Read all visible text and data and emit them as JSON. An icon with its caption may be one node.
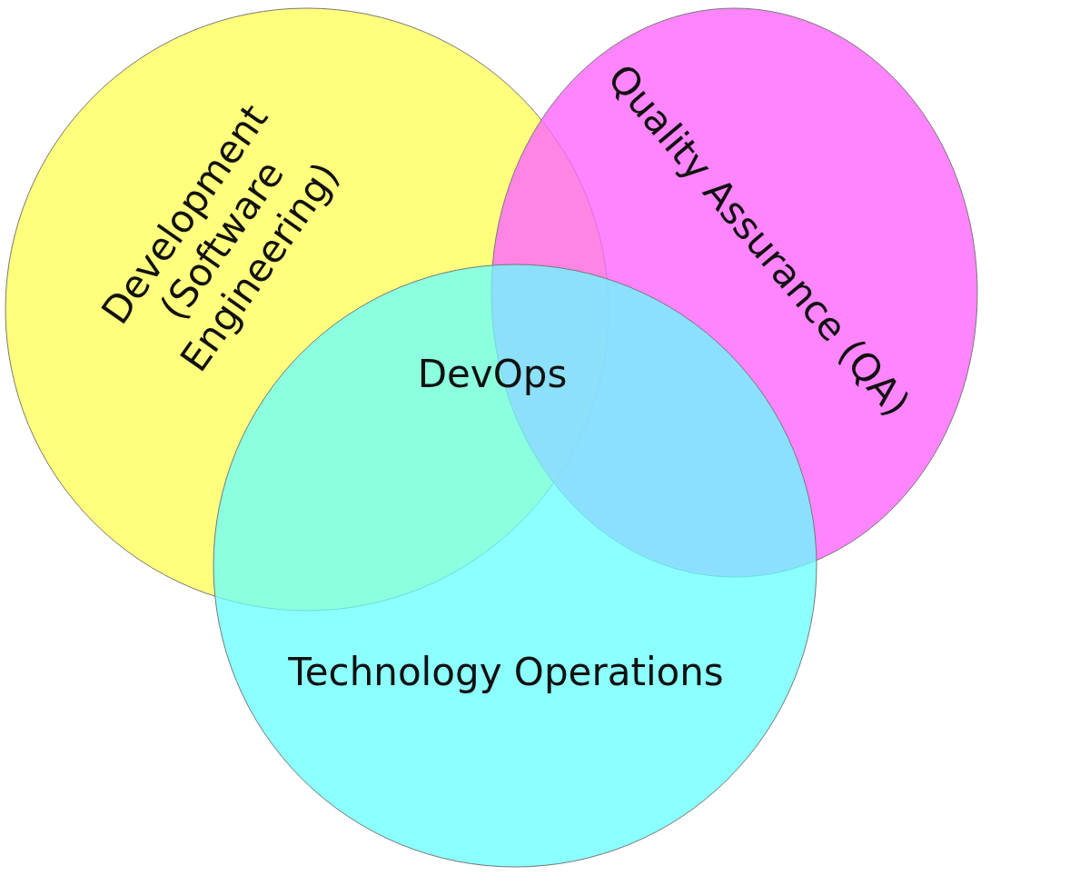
{
  "diagram": {
    "nodes": [
      {
        "text": [
          "Development (Software Engineering)"
        ]
      },
      {
        "text": [
          "Quality Assurance (QA)"
        ]
      },
      {
        "text": [
          "Technology Operations"
        ]
      },
      {
        "text": [
          "DevOps"
        ]
      }
    ],
    "edges": []
  }
}
